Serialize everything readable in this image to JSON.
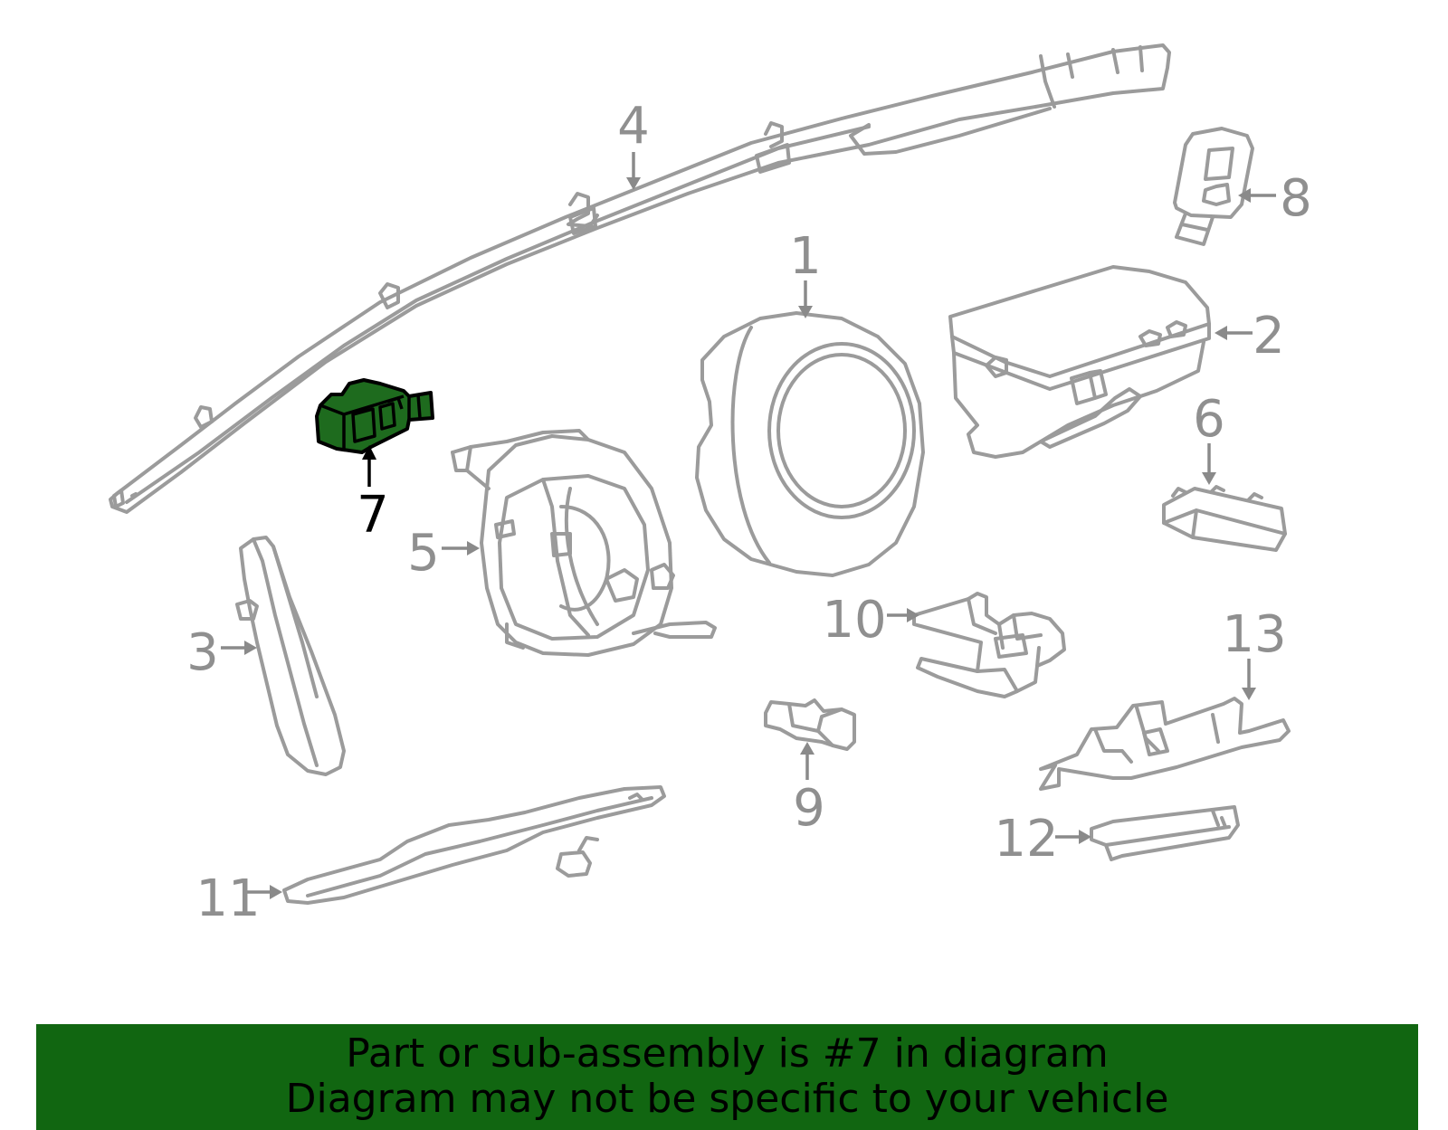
{
  "callouts": {
    "c1": "1",
    "c2": "2",
    "c3": "3",
    "c4": "4",
    "c5": "5",
    "c6": "6",
    "c7": "7",
    "c8": "8",
    "c9": "9",
    "c10": "10",
    "c11": "11",
    "c12": "12",
    "c13": "13"
  },
  "highlighted_part": "7",
  "colors": {
    "highlight_part": "#1e6b1e",
    "banner_background": "#116611",
    "line_art": "#9b9b9b"
  },
  "banner": {
    "line1": "Part or sub-assembly is #7 in diagram",
    "line2": "Diagram may not be specific to your vehicle"
  }
}
